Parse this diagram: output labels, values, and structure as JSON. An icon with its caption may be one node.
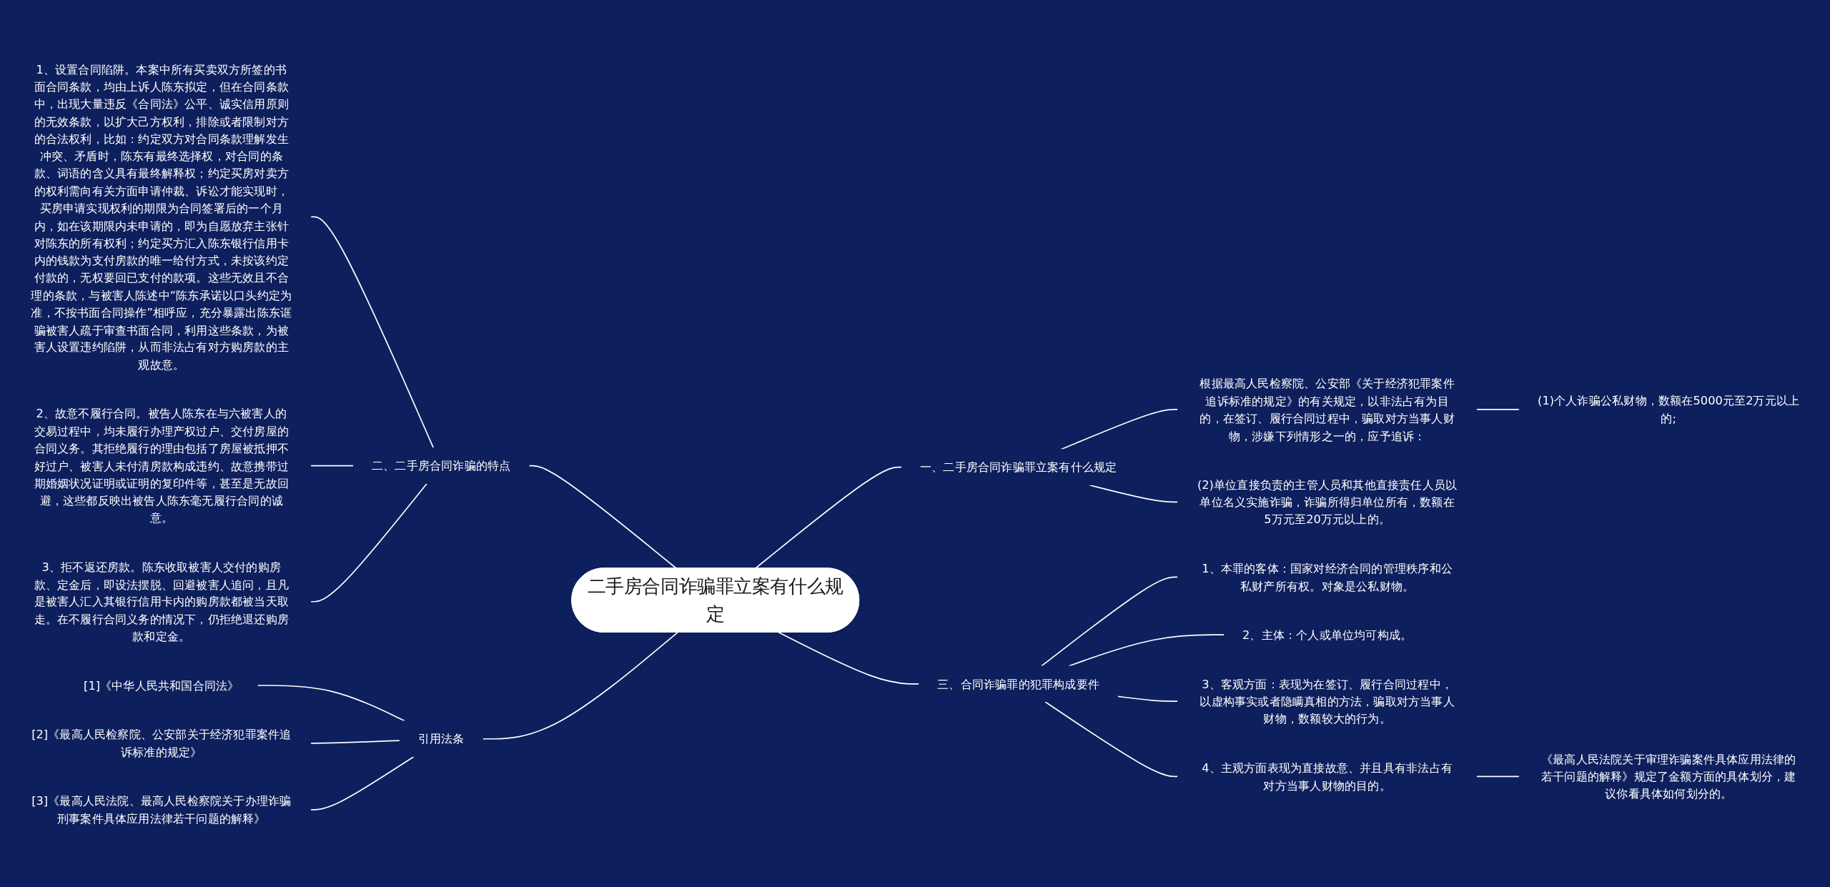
{
  "diagram": {
    "nodes": [
      {
        "text": [
          "二手房合同诈骗罪立案有什么规定"
        ]
      },
      {
        "text": [
          "一、二手房合同诈骗罪立案有什么规定"
        ]
      },
      {
        "text": [
          "根据最高人民检察院、公安部《关于经济犯罪案件追诉标准的规定》的有关规定，以非法占有为目的，在签订、履行合同过程中，骗取对方当事人财物，涉嫌下列情形之一的，应予追诉："
        ]
      },
      {
        "text": [
          "(1)个人诈骗公私财物，数额在5000元至2万元以上的;"
        ]
      },
      {
        "text": [
          "(2)单位直接负责的主管人员和其他直接责任人员以单位名义实施诈骗，诈骗所得归单位所有，数额在5万元至20万元以上的。"
        ]
      },
      {
        "text": [
          "二、二手房合同诈骗的特点"
        ]
      },
      {
        "text": [
          "1、设置合同陷阱。本案中所有买卖双方所签的书面合同条款，均由上诉人陈东拟定，但在合同条款中，出现大量违反《合同法》公平、诚实信用原则的无效条款，以扩大己方权利，排除或者限制对方的合法权利，比如：约定双方对合同条款理解发生冲突、矛盾时，陈东有最终选择权，对合同的条款、词语的含义具有最终解释权；约定买房对卖方的权利需向有关方面申请仲裁、诉讼才能实现时，买房申请实现权利的期限为合同签署后的一个月内，如在该期限内未申请的，即为自愿放弃主张针对陈东的所有权利；约定买方汇入陈东银行信用卡内的钱款为支付房款的唯一给付方式，未按该约定付款的，无权要回已支付的款项。这些无效且不合理的条款，与被害人陈述中“陈东承诺以口头约定为准，不按书面合同操作”相呼应，充分暴露出陈东诓骗被害人疏于审查书面合同，利用这些条款，为被害人设置违约陷阱，从而非法占有对方购房款的主观故意。"
        ]
      },
      {
        "text": [
          "2、故意不履行合同。被告人陈东在与六被害人的交易过程中，均未履行办理产权过户、交付房屋的合同义务。其拒绝履行的理由包括了房屋被抵押不好过户、被害人未付清房款构成违约、故意携带过期婚姻状况证明或证明的复印件等，甚至是无故回避，这些都反映出被告人陈东毫无履行合同的诚意。"
        ]
      },
      {
        "text": [
          "3、拒不返还房款。陈东收取被害人交付的购房款、定金后，即设法摆脱、回避被害人追问，且凡是被害人汇入其银行信用卡内的购房款都被当天取走。在不履行合同义务的情况下，仍拒绝退还购房款和定金。"
        ]
      },
      {
        "text": [
          "三、合同诈骗罪的犯罪构成要件"
        ]
      },
      {
        "text": [
          "1、本罪的客体：国家对经济合同的管理秩序和公私财产所有权。对象是公私财物。"
        ]
      },
      {
        "text": [
          "2、主体：个人或单位均可构成。"
        ]
      },
      {
        "text": [
          "3、客观方面：表现为在签订、履行合同过程中，以虚构事实或者隐瞒真相的方法，骗取对方当事人财物，数额较大的行为。"
        ]
      },
      {
        "text": [
          "4、主观方面表现为直接故意、并且具有非法占有对方当事人财物的目的。"
        ]
      },
      {
        "text": [
          "《最高人民法院关于审理诈骗案件具体应用法律的若干问题的解释》规定了金额方面的具体划分，建议你看具体如何划分的。"
        ]
      },
      {
        "text": [
          "引用法条"
        ]
      },
      {
        "text": [
          "[1]《中华人民共和国合同法》"
        ]
      },
      {
        "text": [
          "[2]《最高人民检察院、公安部关于经济犯罪案件追诉标准的规定》"
        ]
      },
      {
        "text": [
          "[3]《最高人民法院、最高人民检察院关于办理诈骗刑事案件具体应用法律若干问题的解释》"
        ]
      }
    ],
    "edges": [
      {
        "from": 0,
        "to": 1,
        "arrow": "none"
      },
      {
        "from": 1,
        "to": 2,
        "arrow": "none"
      },
      {
        "from": 2,
        "to": 3,
        "arrow": "none"
      },
      {
        "from": 1,
        "to": 4,
        "arrow": "none"
      },
      {
        "from": 0,
        "to": 5,
        "arrow": "none"
      },
      {
        "from": 5,
        "to": 6,
        "arrow": "none"
      },
      {
        "from": 5,
        "to": 7,
        "arrow": "none"
      },
      {
        "from": 5,
        "to": 8,
        "arrow": "none"
      },
      {
        "from": 0,
        "to": 9,
        "arrow": "none"
      },
      {
        "from": 9,
        "to": 10,
        "arrow": "none"
      },
      {
        "from": 9,
        "to": 11,
        "arrow": "none"
      },
      {
        "from": 9,
        "to": 12,
        "arrow": "none"
      },
      {
        "from": 9,
        "to": 13,
        "arrow": "none"
      },
      {
        "from": 13,
        "to": 14,
        "arrow": "none"
      },
      {
        "from": 0,
        "to": 15,
        "arrow": "none"
      },
      {
        "from": 15,
        "to": 16,
        "arrow": "none"
      },
      {
        "from": 15,
        "to": 17,
        "arrow": "none"
      },
      {
        "from": 15,
        "to": 18,
        "arrow": "none"
      }
    ]
  }
}
